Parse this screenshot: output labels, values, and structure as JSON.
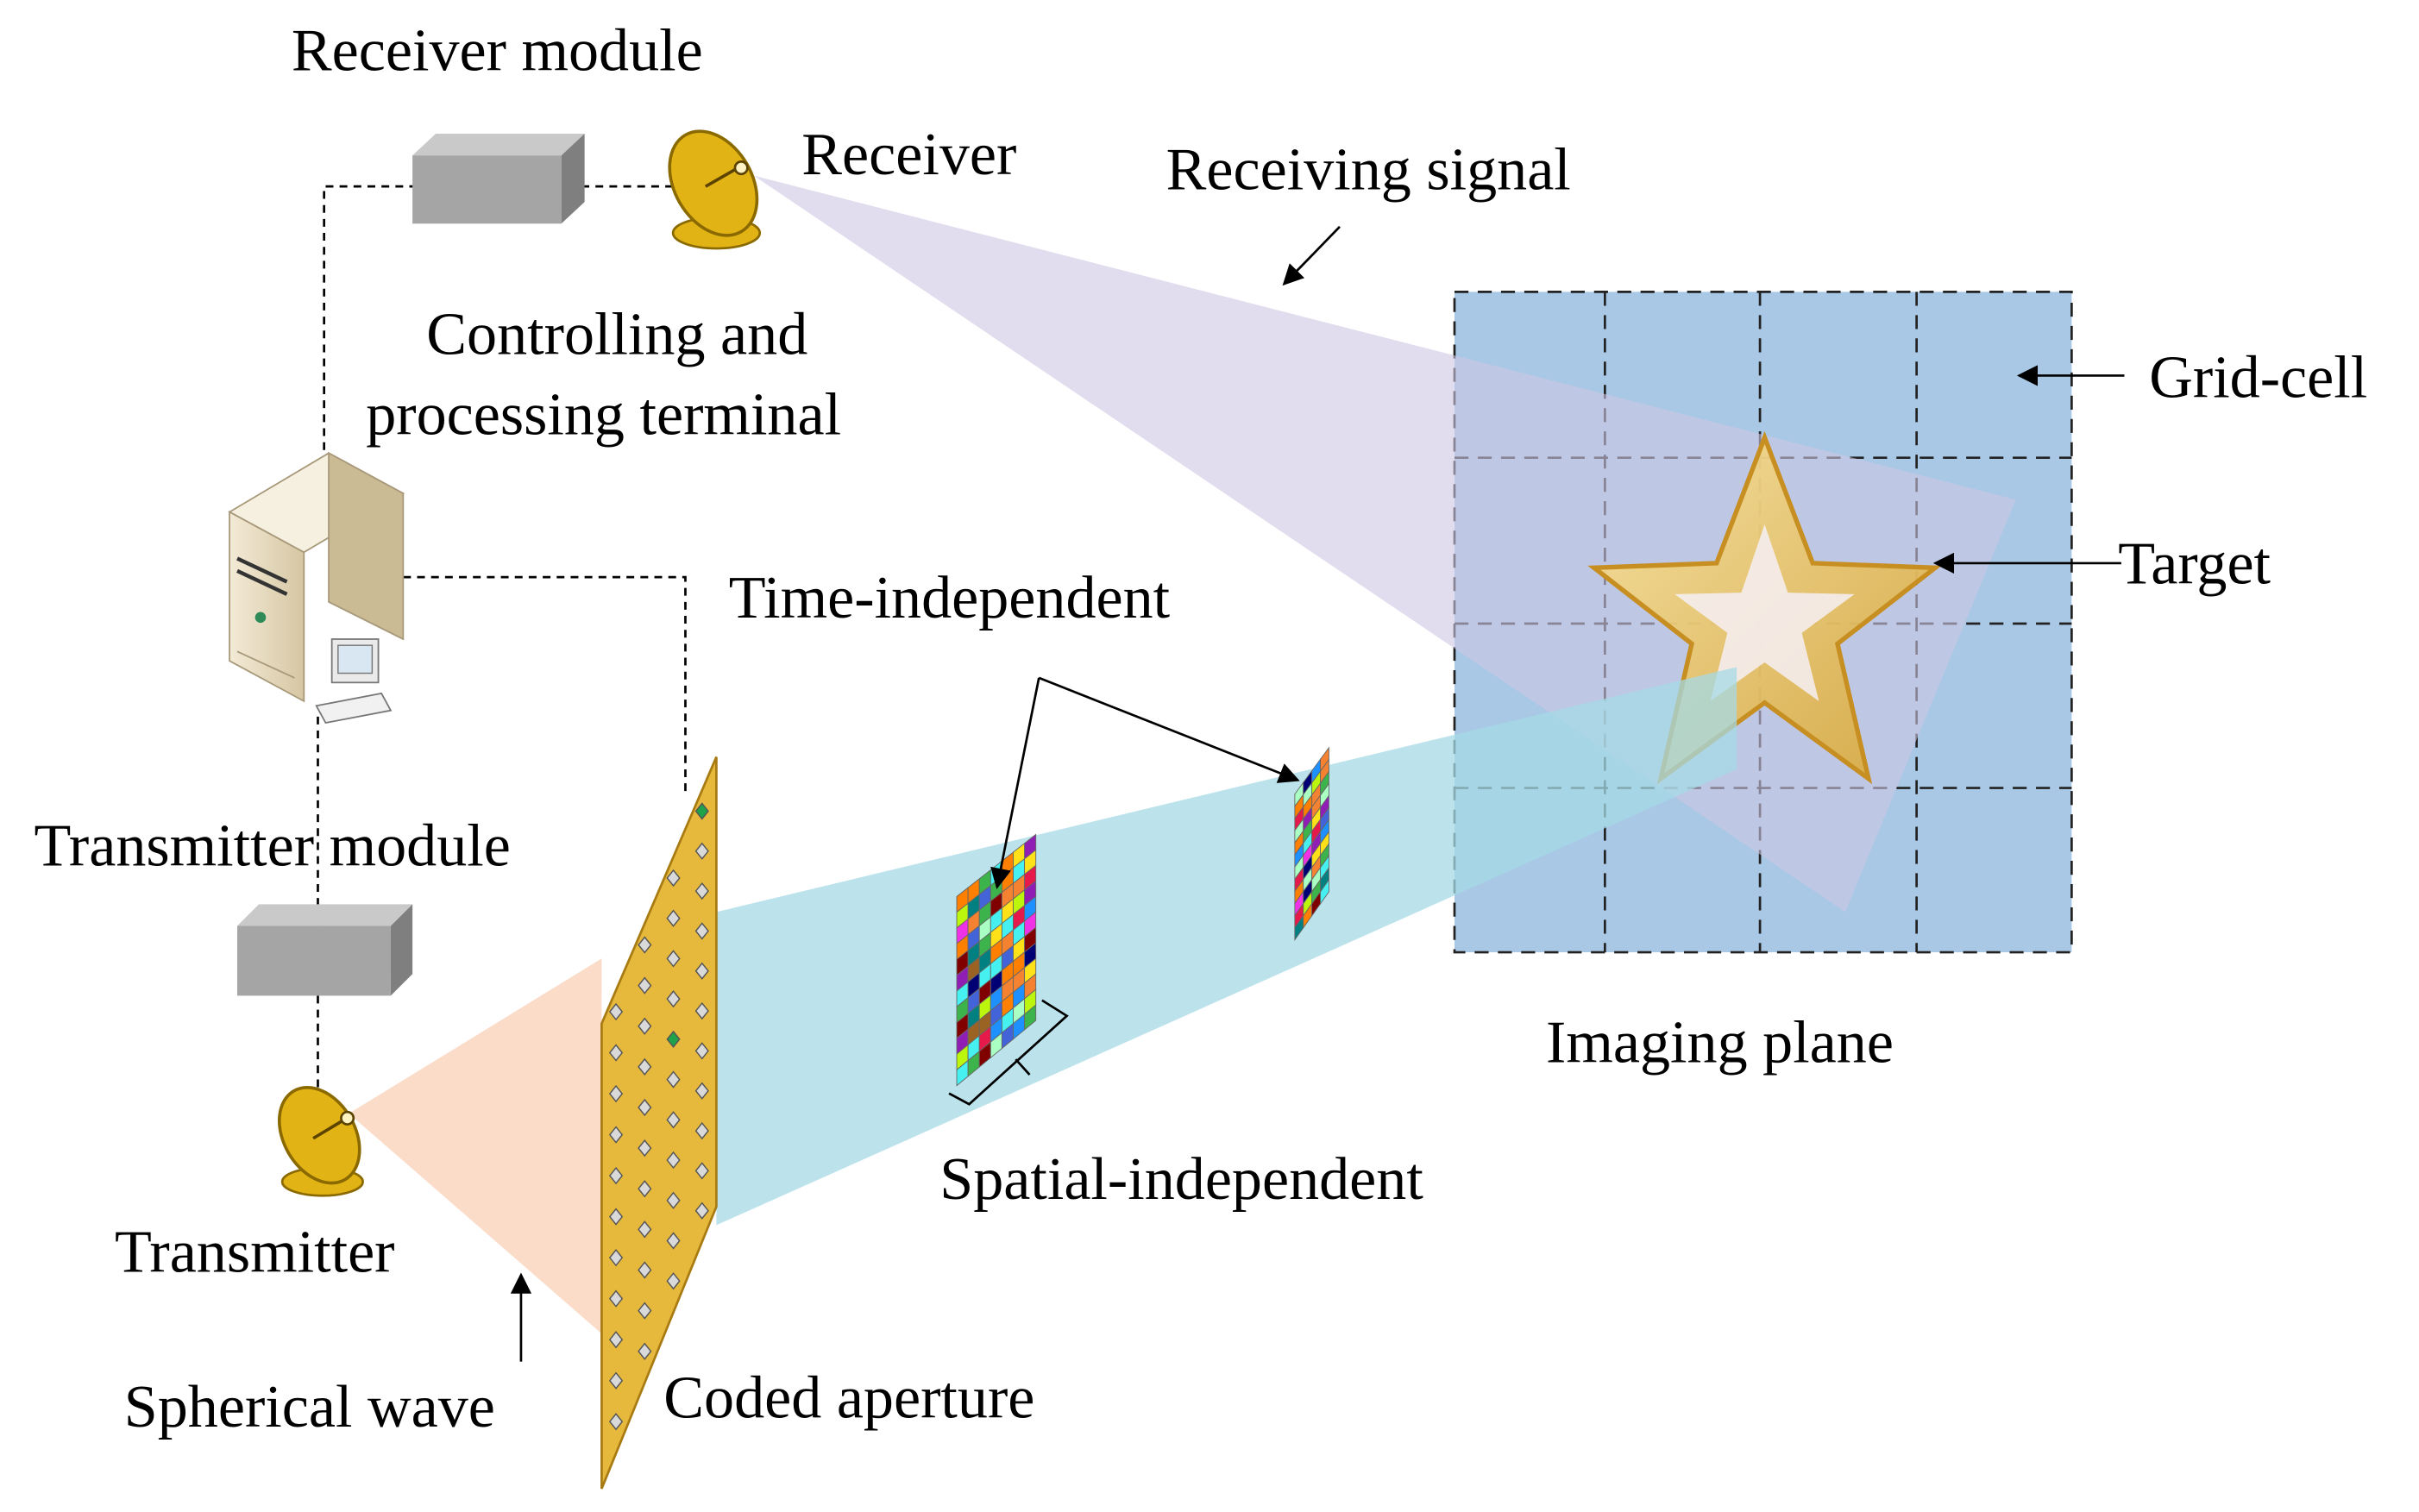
{
  "labels": {
    "receiver_module": "Receiver module",
    "receiver": "Receiver",
    "receiving_signal": "Receiving signal",
    "terminal_line1": "Controlling and",
    "terminal_line2": "processing terminal",
    "grid_cell": "Grid-cell",
    "target": "Target",
    "time_independent": "Time-independent",
    "transmitter_module": "Transmitter module",
    "imaging_plane": "Imaging plane",
    "spatial_independent": "Spatial-independent",
    "transmitter": "Transmitter",
    "spherical_wave": "Spherical wave",
    "coded_aperture": "Coded aperture"
  },
  "colors": {
    "imaging_plane_fill": "#a9c8e6",
    "receive_beam": "#cdc6e3",
    "transmit_beam": "#f8cdb2",
    "scatter_beam": "#a6d9e6",
    "module_box": "#a5a5a5",
    "aperture_gold": "#e6b83c",
    "star_gold": "#f1c95c",
    "dish_gold": "#e2b315"
  },
  "icons": {
    "computer": "computer-tower-icon",
    "receiver_dish": "satellite-dish-icon",
    "transmitter_dish": "satellite-dish-icon",
    "target": "star-icon"
  }
}
